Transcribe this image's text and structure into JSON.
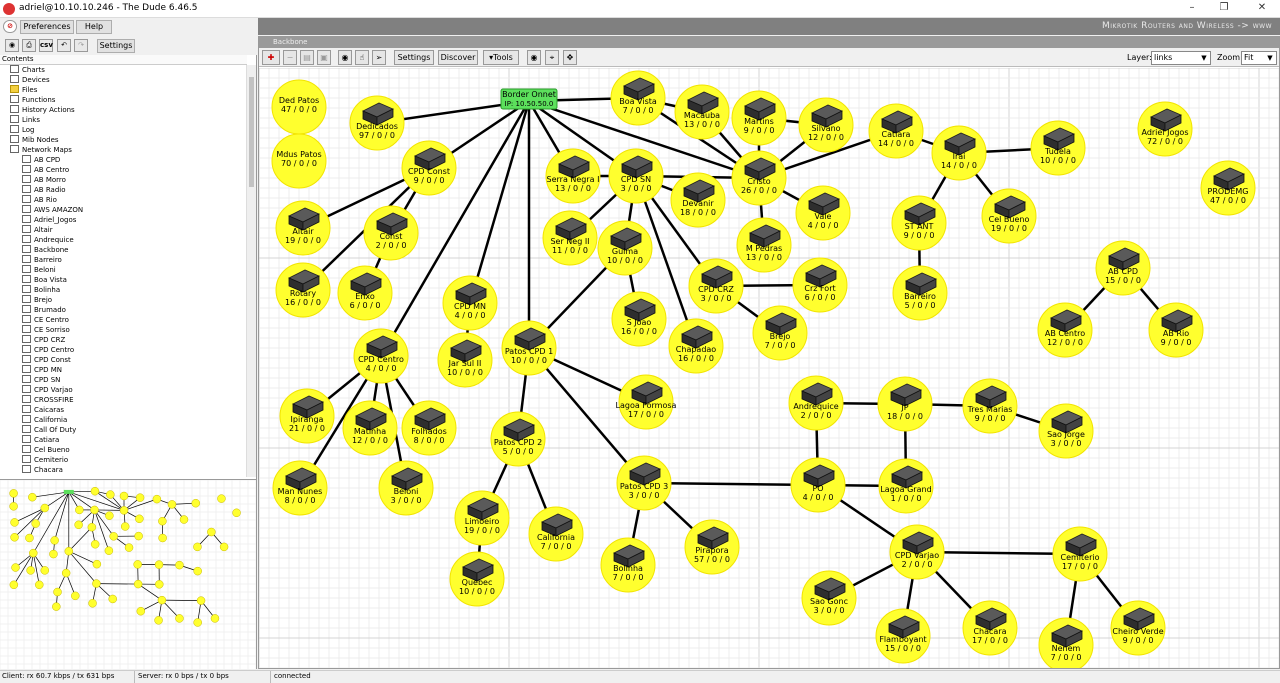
{
  "window": {
    "title": "adriel@10.10.10.246 - The Dude 6.46.5"
  },
  "menu": {
    "preferences": "Preferences",
    "help": "Help"
  },
  "brand": "Mikrotik Routers and Wireless -> www",
  "left_toolbar": {
    "csv": "csv",
    "settings": "Settings"
  },
  "tree": {
    "header": "Contents",
    "items": [
      {
        "label": "Charts",
        "depth": 1
      },
      {
        "label": "Devices",
        "depth": 1
      },
      {
        "label": "Files",
        "depth": 1,
        "folder": true
      },
      {
        "label": "Functions",
        "depth": 1
      },
      {
        "label": "History Actions",
        "depth": 1
      },
      {
        "label": "Links",
        "depth": 1
      },
      {
        "label": "Log",
        "depth": 1
      },
      {
        "label": "Mib Nodes",
        "depth": 1
      },
      {
        "label": "Network Maps",
        "depth": 1
      },
      {
        "label": "AB CPD",
        "depth": 2
      },
      {
        "label": "AB Centro",
        "depth": 2
      },
      {
        "label": "AB Morro",
        "depth": 2
      },
      {
        "label": "AB Radio",
        "depth": 2
      },
      {
        "label": "AB Rio",
        "depth": 2
      },
      {
        "label": "AWS AMAZON",
        "depth": 2
      },
      {
        "label": "Adriel_Jogos",
        "depth": 2
      },
      {
        "label": "Altair",
        "depth": 2
      },
      {
        "label": "Andrequice",
        "depth": 2
      },
      {
        "label": "Backbone",
        "depth": 2
      },
      {
        "label": "Barreiro",
        "depth": 2
      },
      {
        "label": "Beloni",
        "depth": 2
      },
      {
        "label": "Boa Vista",
        "depth": 2
      },
      {
        "label": "Bolinha",
        "depth": 2
      },
      {
        "label": "Brejo",
        "depth": 2
      },
      {
        "label": "Brumado",
        "depth": 2
      },
      {
        "label": "CE Centro",
        "depth": 2
      },
      {
        "label": "CE Sorriso",
        "depth": 2
      },
      {
        "label": "CPD CRZ",
        "depth": 2
      },
      {
        "label": "CPD Centro",
        "depth": 2
      },
      {
        "label": "CPD Const",
        "depth": 2
      },
      {
        "label": "CPD MN",
        "depth": 2
      },
      {
        "label": "CPD SN",
        "depth": 2
      },
      {
        "label": "CPD Varjao",
        "depth": 2
      },
      {
        "label": "CROSSFIRE",
        "depth": 2
      },
      {
        "label": "Caicaras",
        "depth": 2
      },
      {
        "label": "California",
        "depth": 2
      },
      {
        "label": "Call Of Duty",
        "depth": 2
      },
      {
        "label": "Catiara",
        "depth": 2
      },
      {
        "label": "Cel Bueno",
        "depth": 2
      },
      {
        "label": "Cemiterio",
        "depth": 2
      },
      {
        "label": "Chacara",
        "depth": 2
      }
    ]
  },
  "map_window": {
    "title": "Backbone"
  },
  "map_toolbar": {
    "settings": "Settings",
    "discover": "Discover",
    "tools": "Tools",
    "layer_label": "Layer:",
    "layer_value": "links",
    "zoom_label": "Zoom:",
    "zoom_value": "Fit"
  },
  "map": {
    "devices": [
      {
        "id": "dedpatos",
        "name": "Ded Patos",
        "stat": "47 / 0 / 0",
        "noicon": true
      },
      {
        "id": "mduspatos",
        "name": "Mdus Patos",
        "stat": "70 / 0 / 0",
        "noicon": true
      },
      {
        "id": "dedicados",
        "name": "Dedicados",
        "stat": "97 / 0 / 0"
      },
      {
        "id": "cpdconst",
        "name": "CPD Const",
        "stat": "9 / 0 / 0"
      },
      {
        "id": "altair",
        "name": "Altair",
        "stat": "19 / 0 / 0"
      },
      {
        "id": "const",
        "name": "Const",
        "stat": "2 / 0 / 0"
      },
      {
        "id": "rotary",
        "name": "Rotary",
        "stat": "16 / 0 / 0"
      },
      {
        "id": "enxo",
        "name": "Enxo",
        "stat": "6 / 0 / 0"
      },
      {
        "id": "cpdcentro",
        "name": "CPD Centro",
        "stat": "4 / 0 / 0"
      },
      {
        "id": "ipiranga",
        "name": "Ipiranga",
        "stat": "21 / 0 / 0"
      },
      {
        "id": "matinha",
        "name": "Matinha",
        "stat": "12 / 0 / 0"
      },
      {
        "id": "folhados",
        "name": "Folhados",
        "stat": "8 / 0 / 0"
      },
      {
        "id": "mannunes",
        "name": "Man Nunes",
        "stat": "8 / 0 / 0"
      },
      {
        "id": "beloni",
        "name": "Beloni",
        "stat": "3 / 0 / 0"
      },
      {
        "id": "cpdmn",
        "name": "CPD MN",
        "stat": "4 / 0 / 0"
      },
      {
        "id": "jarsul",
        "name": "Jar Sul II",
        "stat": "10 / 0 / 0"
      },
      {
        "id": "patoscpd1",
        "name": "Patos CPD 1",
        "stat": "10 / 0 / 0"
      },
      {
        "id": "patoscpd2",
        "name": "Patos CPD 2",
        "stat": "5 / 0 / 0"
      },
      {
        "id": "limoeiro",
        "name": "Limoeiro",
        "stat": "19 / 0 / 0"
      },
      {
        "id": "quebec",
        "name": "Quebec",
        "stat": "10 / 0 / 0"
      },
      {
        "id": "california",
        "name": "California",
        "stat": "7 / 0 / 0"
      },
      {
        "id": "patoscpd3",
        "name": "Patos CPD 3",
        "stat": "3 / 0 / 0"
      },
      {
        "id": "bolinha",
        "name": "Bolinha",
        "stat": "7 / 0 / 0"
      },
      {
        "id": "pirapora",
        "name": "Pirapora",
        "stat": "57 / 0 / 0"
      },
      {
        "id": "lagoaformosa",
        "name": "Lagoa Formosa",
        "stat": "17 / 0 / 0"
      },
      {
        "id": "serranegra",
        "name": "Serra Negra I",
        "stat": "13 / 0 / 0"
      },
      {
        "id": "sernegra2",
        "name": "Ser Neg II",
        "stat": "11 / 0 / 0"
      },
      {
        "id": "cpdsn",
        "name": "CPD SN",
        "stat": "3 / 0 / 0"
      },
      {
        "id": "guima",
        "name": "Guima",
        "stat": "10 / 0 / 0"
      },
      {
        "id": "sjoao",
        "name": "S Joao",
        "stat": "16 / 0 / 0"
      },
      {
        "id": "chapadao",
        "name": "Chapadao",
        "stat": "16 / 0 / 0"
      },
      {
        "id": "devanir",
        "name": "Devanir",
        "stat": "18 / 0 / 0"
      },
      {
        "id": "cpdcrz",
        "name": "CPD CRZ",
        "stat": "3 / 0 / 0"
      },
      {
        "id": "crzfort",
        "name": "Crz Fort",
        "stat": "6 / 0 / 0"
      },
      {
        "id": "brejo",
        "name": "Brejo",
        "stat": "7 / 0 / 0"
      },
      {
        "id": "boavista",
        "name": "Boa Vista",
        "stat": "7 / 0 / 0"
      },
      {
        "id": "macauba",
        "name": "Macauba",
        "stat": "13 / 0 / 0"
      },
      {
        "id": "martins",
        "name": "Martins",
        "stat": "9 / 0 / 0"
      },
      {
        "id": "silvano",
        "name": "Silvano",
        "stat": "12 / 0 / 0"
      },
      {
        "id": "cristo",
        "name": "Cristo",
        "stat": "26 / 0 / 0"
      },
      {
        "id": "vale",
        "name": "Vale",
        "stat": "4 / 0 / 0"
      },
      {
        "id": "mpedras",
        "name": "M Pedras",
        "stat": "13 / 0 / 0"
      },
      {
        "id": "catiara",
        "name": "Catiara",
        "stat": "14 / 0 / 0"
      },
      {
        "id": "irai",
        "name": "Irai",
        "stat": "14 / 0 / 0"
      },
      {
        "id": "tudela",
        "name": "Tudela",
        "stat": "10 / 0 / 0"
      },
      {
        "id": "stant",
        "name": "ST ANT",
        "stat": "9 / 0 / 0"
      },
      {
        "id": "celbueno",
        "name": "Cel Bueno",
        "stat": "19 / 0 / 0"
      },
      {
        "id": "barreiro",
        "name": "Barreiro",
        "stat": "5 / 0 / 0"
      },
      {
        "id": "adrieljogos",
        "name": "Adriel Jogos",
        "stat": "72 / 0 / 0"
      },
      {
        "id": "prodemg",
        "name": "PRODEMG",
        "stat": "47 / 0 / 0"
      },
      {
        "id": "abcpd",
        "name": "AB CPD",
        "stat": "15 / 0 / 0"
      },
      {
        "id": "abcentro",
        "name": "AB Centro",
        "stat": "12 / 0 / 0"
      },
      {
        "id": "abrio",
        "name": "AB Rio",
        "stat": "9 / 0 / 0"
      },
      {
        "id": "andrequice",
        "name": "Andrequice",
        "stat": "2 / 0 / 0"
      },
      {
        "id": "jp",
        "name": "JP",
        "stat": "18 / 0 / 0"
      },
      {
        "id": "tresmarias",
        "name": "Tres Marias",
        "stat": "9 / 0 / 0"
      },
      {
        "id": "saojorge",
        "name": "Sao Jorge",
        "stat": "3 / 0 / 0"
      },
      {
        "id": "po",
        "name": "PO",
        "stat": "4 / 0 / 0"
      },
      {
        "id": "lagoagrand",
        "name": "Lagoa Grand",
        "stat": "1 / 0 / 0"
      },
      {
        "id": "cpdvarjao",
        "name": "CPD Varjao",
        "stat": "2 / 0 / 0"
      },
      {
        "id": "saogonc",
        "name": "Sao Gonc",
        "stat": "3 / 0 / 0"
      },
      {
        "id": "flamboyant",
        "name": "Flamboyant",
        "stat": "15 / 0 / 0"
      },
      {
        "id": "chacara",
        "name": "Chacara",
        "stat": "17 / 0 / 0"
      },
      {
        "id": "nenem",
        "name": "Nenem",
        "stat": "7 / 0 / 0"
      },
      {
        "id": "cemiterio",
        "name": "Cemiterio",
        "stat": "17 / 0 / 0"
      },
      {
        "id": "cheiroverde",
        "name": "Cheiro Verde",
        "stat": "9 / 0 / 0"
      }
    ],
    "border": {
      "name": "Border Onnet",
      "ip": "IP: 10.50.50.0"
    },
    "links": [
      [
        "border",
        "dedicados"
      ],
      [
        "border",
        "cpdconst"
      ],
      [
        "border",
        "cpdcentro"
      ],
      [
        "border",
        "cpdmn"
      ],
      [
        "border",
        "patoscpd1"
      ],
      [
        "border",
        "cpdsn"
      ],
      [
        "border",
        "boavista"
      ],
      [
        "border",
        "cristo"
      ],
      [
        "border",
        "serranegra"
      ],
      [
        "dedpatos",
        "mduspatos"
      ],
      [
        "cpdconst",
        "altair"
      ],
      [
        "cpdconst",
        "const"
      ],
      [
        "cpdconst",
        "rotary"
      ],
      [
        "const",
        "enxo"
      ],
      [
        "cpdcentro",
        "ipiranga"
      ],
      [
        "cpdcentro",
        "matinha"
      ],
      [
        "cpdcentro",
        "folhados"
      ],
      [
        "cpdcentro",
        "mannunes"
      ],
      [
        "cpdcentro",
        "beloni"
      ],
      [
        "cpdmn",
        "jarsul"
      ],
      [
        "patoscpd1",
        "patoscpd2"
      ],
      [
        "patoscpd1",
        "lagoaformosa"
      ],
      [
        "patoscpd1",
        "patoscpd3"
      ],
      [
        "patoscpd1",
        "guima"
      ],
      [
        "patoscpd2",
        "limoeiro"
      ],
      [
        "patoscpd2",
        "california"
      ],
      [
        "limoeiro",
        "quebec"
      ],
      [
        "patoscpd3",
        "bolinha"
      ],
      [
        "patoscpd3",
        "pirapora"
      ],
      [
        "patoscpd3",
        "po"
      ],
      [
        "cpdsn",
        "serranegra"
      ],
      [
        "cpdsn",
        "sernegra2"
      ],
      [
        "cpdsn",
        "guima"
      ],
      [
        "cpdsn",
        "chapadao"
      ],
      [
        "cpdsn",
        "cpdcrz"
      ],
      [
        "cpdsn",
        "devanir"
      ],
      [
        "cpdsn",
        "cristo"
      ],
      [
        "guima",
        "sjoao"
      ],
      [
        "cpdcrz",
        "crzfort"
      ],
      [
        "cpdcrz",
        "brejo"
      ],
      [
        "boavista",
        "macauba"
      ],
      [
        "boavista",
        "cristo"
      ],
      [
        "macauba",
        "cristo"
      ],
      [
        "martins",
        "cristo"
      ],
      [
        "silvano",
        "cristo"
      ],
      [
        "martins",
        "silvano"
      ],
      [
        "cristo",
        "vale"
      ],
      [
        "cristo",
        "mpedras"
      ],
      [
        "cristo",
        "catiara"
      ],
      [
        "catiara",
        "irai"
      ],
      [
        "irai",
        "tudela"
      ],
      [
        "irai",
        "stant"
      ],
      [
        "irai",
        "celbueno"
      ],
      [
        "stant",
        "barreiro"
      ],
      [
        "abcpd",
        "abcentro"
      ],
      [
        "abcpd",
        "abrio"
      ],
      [
        "andrequice",
        "jp"
      ],
      [
        "jp",
        "tresmarias"
      ],
      [
        "tresmarias",
        "saojorge"
      ],
      [
        "andrequice",
        "po"
      ],
      [
        "jp",
        "lagoagrand"
      ],
      [
        "po",
        "lagoagrand"
      ],
      [
        "po",
        "cpdvarjao"
      ],
      [
        "cpdvarjao",
        "saogonc"
      ],
      [
        "cpdvarjao",
        "flamboyant"
      ],
      [
        "cpdvarjao",
        "chacara"
      ],
      [
        "cpdvarjao",
        "cemiterio"
      ],
      [
        "cemiterio",
        "nenem"
      ],
      [
        "cemiterio",
        "cheiroverde"
      ]
    ]
  },
  "status": {
    "client": "Client: rx 60.7 kbps / tx 631 bps",
    "server": "Server: rx 0 bps / tx 0 bps",
    "conn": "connected"
  },
  "colors": {
    "node": "#ffff2e",
    "border_node": "#5ce05c",
    "link": "#000000"
  }
}
